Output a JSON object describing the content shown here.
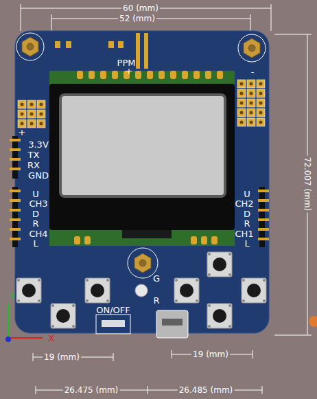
{
  "diagram": {
    "labels": [
      "60 (mm)",
      "52 (mm)",
      "72.007 (mm)",
      "19 (mm)",
      "19 (mm)",
      "26.475 (mm)",
      "26.485 (mm)",
      "PPM",
      "+",
      "-",
      "+",
      "3.3V",
      "TX",
      "RX",
      "GND",
      "U",
      "CH3",
      "D",
      "R",
      "CH4",
      "L",
      "U",
      "CH2",
      "D",
      "R",
      "CH1",
      "L",
      "G",
      "R",
      "ON/OFF",
      "Y",
      "X"
    ]
  }
}
